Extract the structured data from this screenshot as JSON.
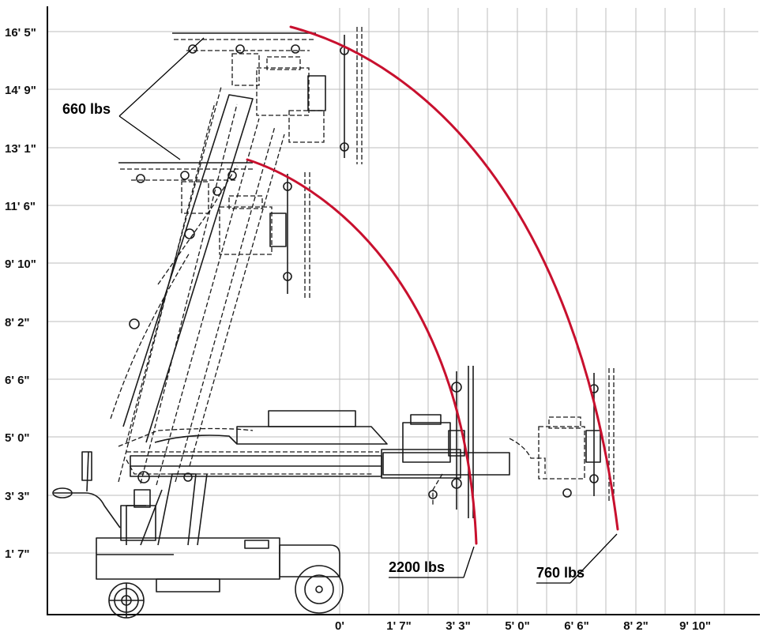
{
  "diagram": {
    "y_axis_labels": [
      "16' 5\"",
      "14' 9\"",
      "13' 1\"",
      "11' 6\"",
      "9' 10\"",
      "8' 2\"",
      "6' 6\"",
      "5' 0\"",
      "3' 3\"",
      "1' 7\""
    ],
    "x_axis_labels": [
      "0'",
      "1' 7\"",
      "3' 3\"",
      "5' 0\"",
      "6' 6\"",
      "8' 2\"",
      "9' 10\""
    ],
    "loads": {
      "top": "660 lbs",
      "inner_arc": "2200 lbs",
      "outer_arc": "760 lbs"
    },
    "colors": {
      "arc": "#c8102e",
      "grid": "#bdbdbd",
      "line": "#1a1a1a"
    }
  }
}
